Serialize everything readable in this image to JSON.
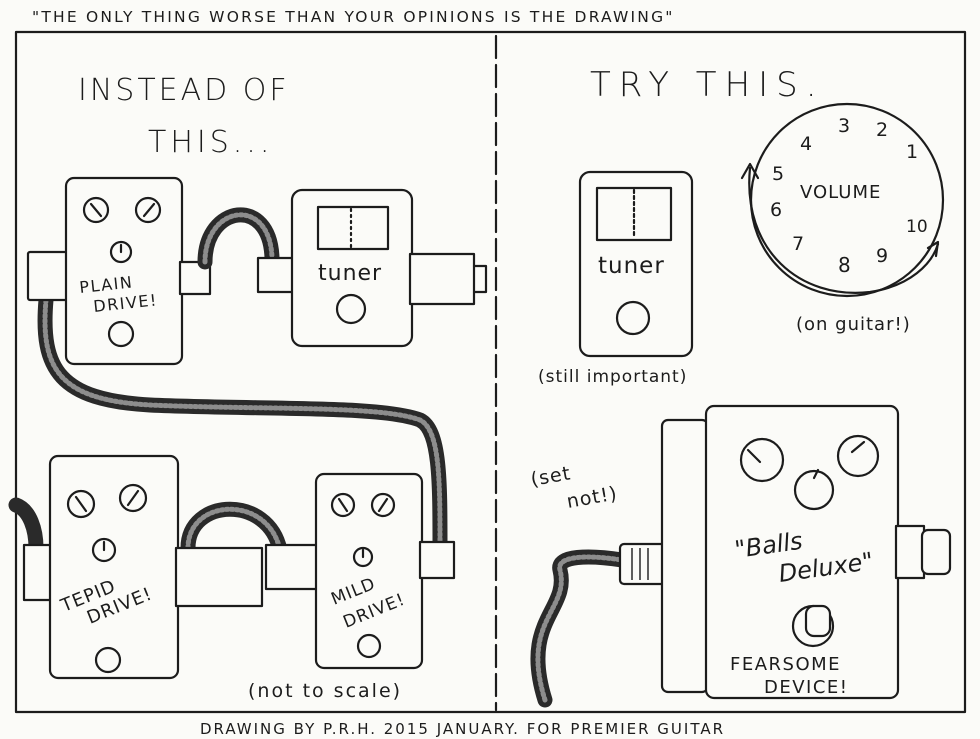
{
  "header": {
    "quote": "\"THE ONLY THING WORSE THAN YOUR OPINIONS IS THE DRAWING\""
  },
  "left_panel": {
    "heading_line1": "INSTEAD OF",
    "heading_line2": "THIS...",
    "pedals": {
      "plain": {
        "line1": "PLAIN",
        "line2": "DRIVE!"
      },
      "tuner": "tuner",
      "tepid": {
        "line1": "TEPID",
        "line2": "DRIVE!"
      },
      "mild": {
        "line1": "MILD",
        "line2": "DRIVE!"
      }
    },
    "note": "(not to scale)"
  },
  "right_panel": {
    "heading": "TRY THIS.",
    "tuner": "tuner",
    "tuner_note": "(still important)",
    "knob": {
      "label": "VOLUME",
      "numbers": [
        "1",
        "2",
        "3",
        "4",
        "5",
        "6",
        "7",
        "8",
        "9",
        "10"
      ],
      "note": "(on guitar!)"
    },
    "aside_line1": "(set",
    "aside_line2": "not!)",
    "big_pedal": {
      "script_line1": "\"Balls",
      "script_line2": "Deluxe\"",
      "label_line1": "FEARSOME",
      "label_line2": "DEVICE!"
    }
  },
  "footer": {
    "credit": "DRAWING BY P.R.H. 2015 JANUARY. FOR PREMIER GUITAR"
  }
}
